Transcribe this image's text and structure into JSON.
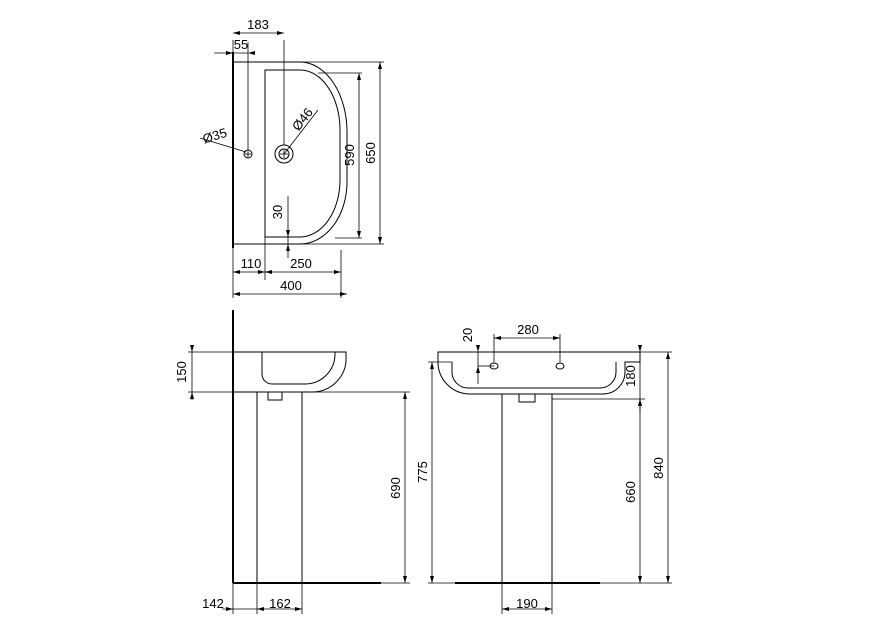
{
  "top_view": {
    "dims": {
      "d183": "183",
      "d55": "55",
      "d35": "Ø35",
      "d46": "Ø46",
      "d590": "590",
      "d650": "650",
      "d30": "30",
      "d110": "110",
      "d250": "250",
      "d400": "400"
    }
  },
  "side_view": {
    "dims": {
      "d150": "150",
      "d690": "690",
      "d775": "775",
      "d142": "142",
      "d162": "162"
    }
  },
  "front_view": {
    "dims": {
      "d20": "20",
      "d280": "280",
      "d180": "180",
      "d660": "660",
      "d840": "840",
      "d190": "190"
    }
  }
}
